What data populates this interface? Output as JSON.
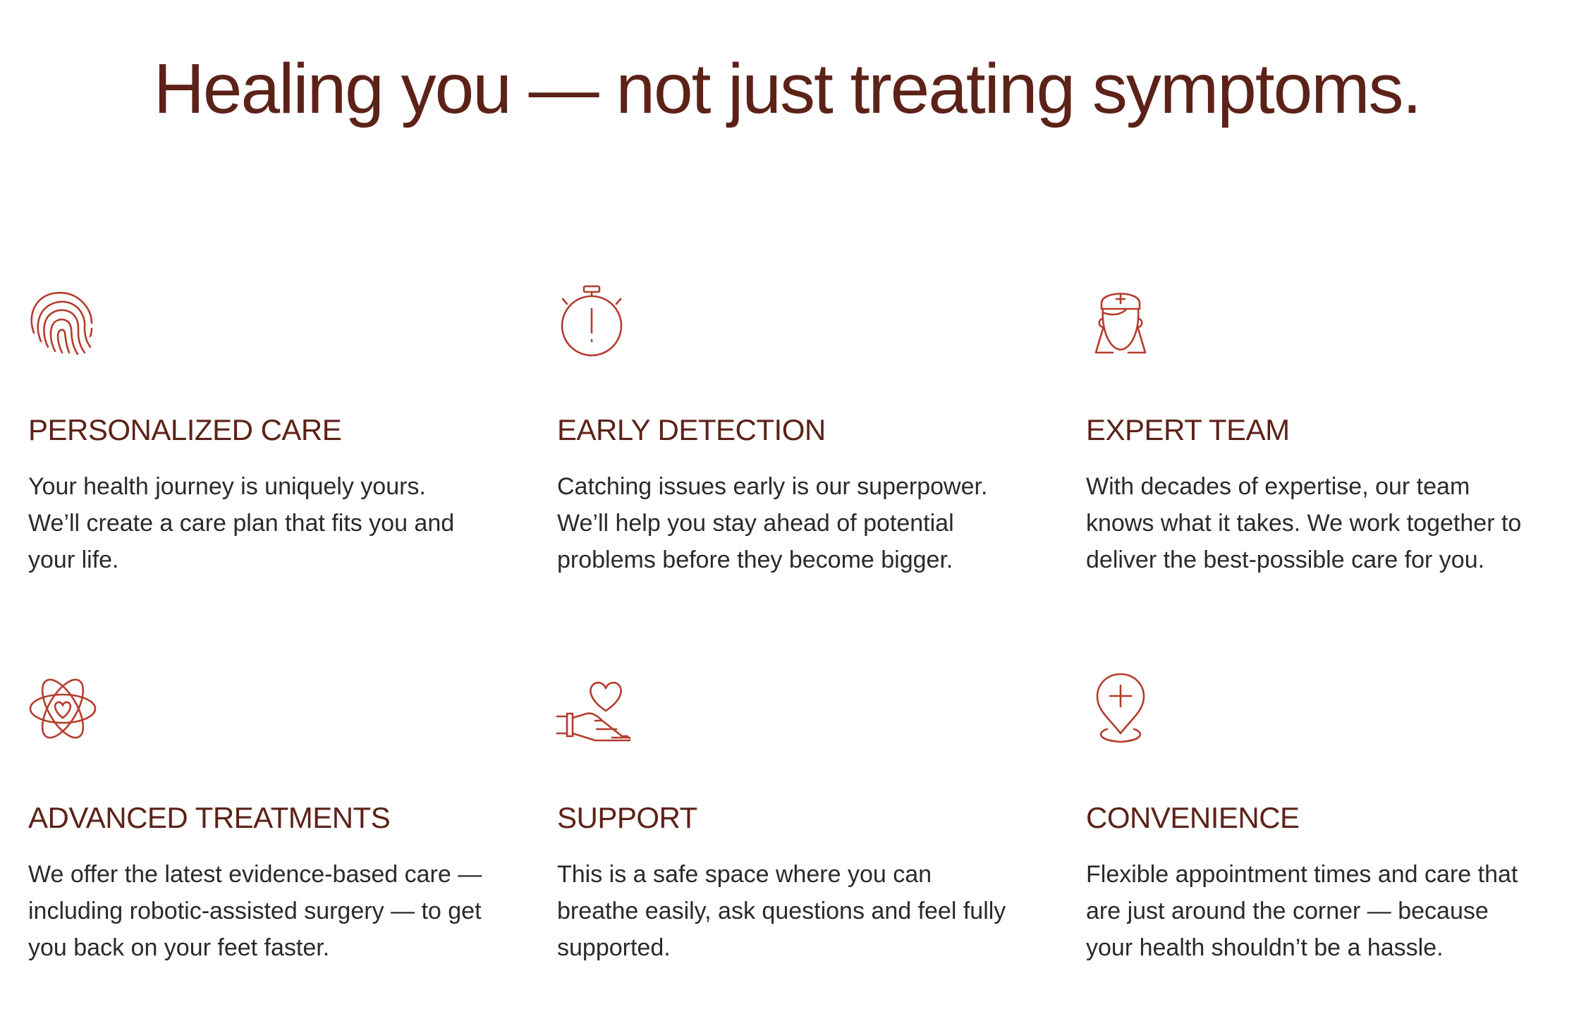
{
  "headline": "Healing you — not just treating symptoms.",
  "colors": {
    "heading": "#5c2218",
    "icon": "#b43c2c",
    "body_text": "#2a2a2a"
  },
  "features": [
    {
      "icon": "fingerprint-icon",
      "title": "PERSONALIZED CARE",
      "description": "Your health journey is uniquely yours. We’ll create a care plan that fits you and your life."
    },
    {
      "icon": "stopwatch-icon",
      "title": "EARLY DETECTION",
      "description": "Catching issues early is our superpower. We’ll help you stay ahead of potential problems before they become bigger."
    },
    {
      "icon": "nurse-icon",
      "title": "EXPERT TEAM",
      "description": "With decades of expertise, our team knows what it takes. We work together to deliver the best-possible care for you."
    },
    {
      "icon": "atom-heart-icon",
      "title": "ADVANCED TREATMENTS",
      "description": "We offer the latest evidence-based care — including robotic-assisted surgery — to get you back on your feet faster."
    },
    {
      "icon": "hand-heart-icon",
      "title": "SUPPORT",
      "description": "This is a safe space where you can breathe easily, ask questions and feel fully supported."
    },
    {
      "icon": "location-pin-plus-icon",
      "title": "CONVENIENCE",
      "description": "Flexible appointment times and care that are just around the corner — because your health shouldn’t be a hassle."
    }
  ]
}
